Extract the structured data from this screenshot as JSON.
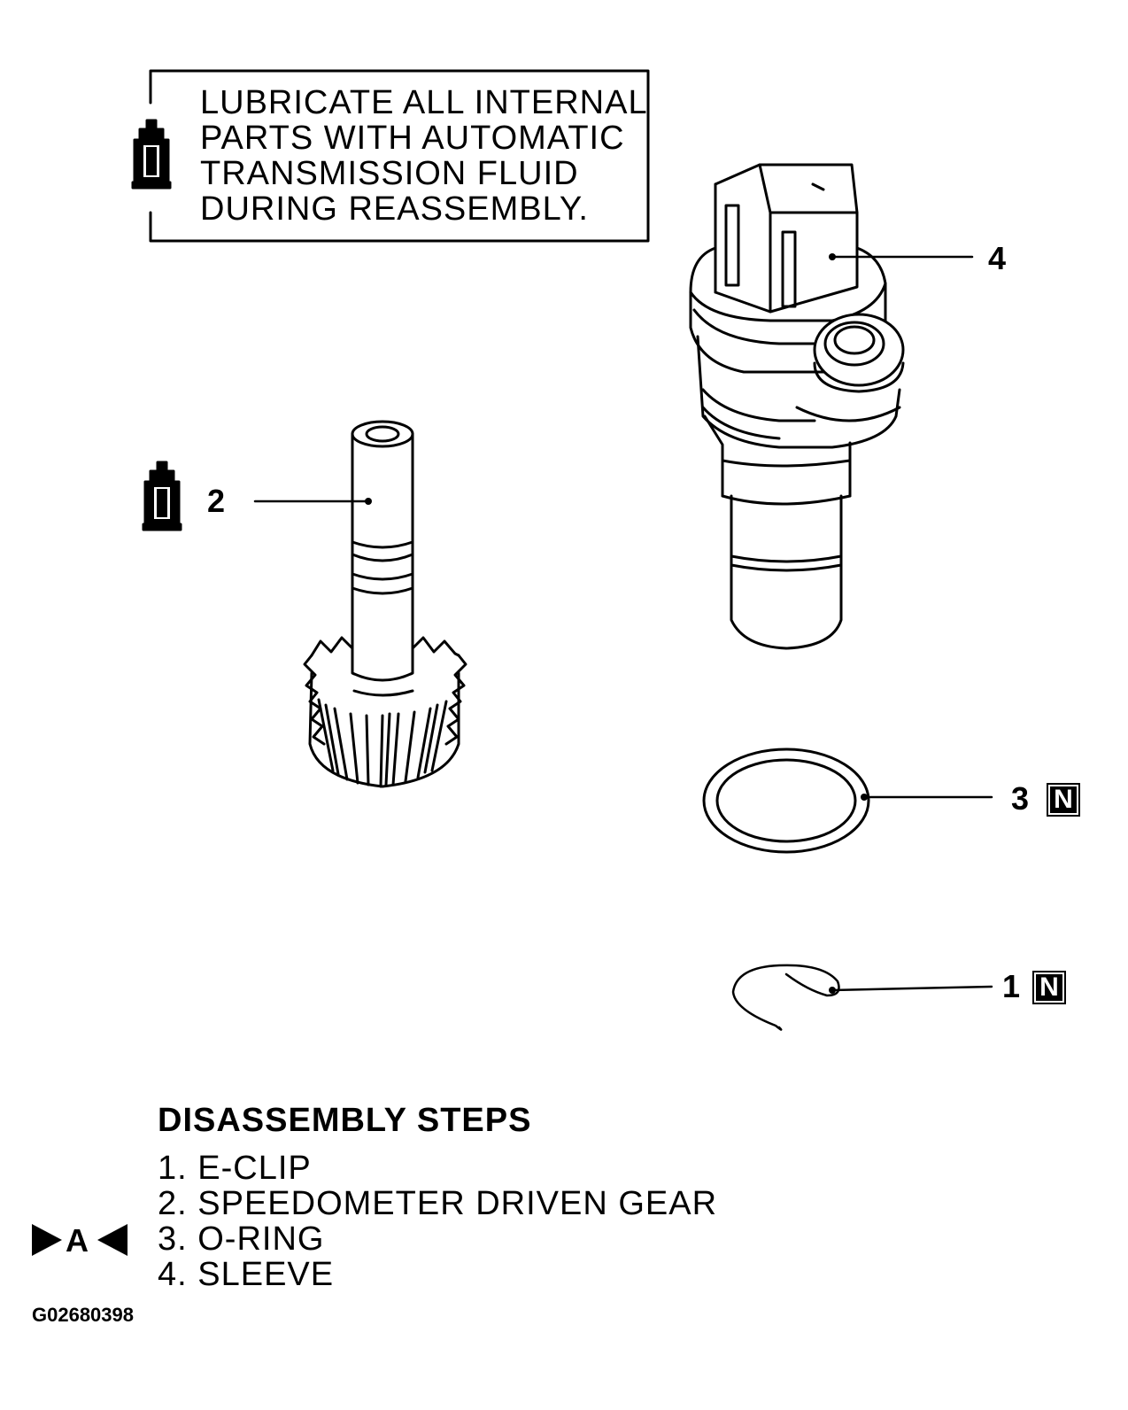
{
  "note": {
    "lines": [
      "LUBRICATE ALL INTERNAL",
      "PARTS WITH AUTOMATIC",
      "TRANSMISSION FLUID",
      "DURING REASSEMBLY."
    ],
    "icon": "fluid-bottle-icon"
  },
  "callouts": {
    "1": "1",
    "2": "2",
    "3": "3",
    "4": "4"
  },
  "badge_text": "N",
  "steps": {
    "title": "DISASSEMBLY STEPS",
    "items": [
      "1. E-CLIP",
      "2. SPEEDOMETER DRIVEN GEAR",
      "3. O-RING",
      "4. SLEEVE"
    ],
    "marker_letter": "A"
  },
  "figure_id": "G02680398"
}
